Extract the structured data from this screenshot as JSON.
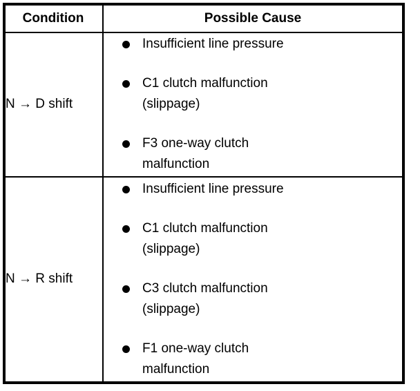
{
  "table": {
    "headers": {
      "condition": "Condition",
      "possible_cause": "Possible Cause"
    },
    "rows": [
      {
        "condition": "N → D shift",
        "causes": [
          "Insufficient line pressure",
          "C1 clutch malfunction\n(slippage)",
          "F3 one-way clutch\nmalfunction"
        ]
      },
      {
        "condition": "N → R shift",
        "causes": [
          "Insufficient line pressure",
          "C1 clutch malfunction\n(slippage)",
          "C3 clutch malfunction\n(slippage)",
          "F1 one-way clutch\nmalfunction"
        ]
      }
    ]
  },
  "style": {
    "border_color": "#000000",
    "text_color": "#000000",
    "background": "#ffffff"
  }
}
